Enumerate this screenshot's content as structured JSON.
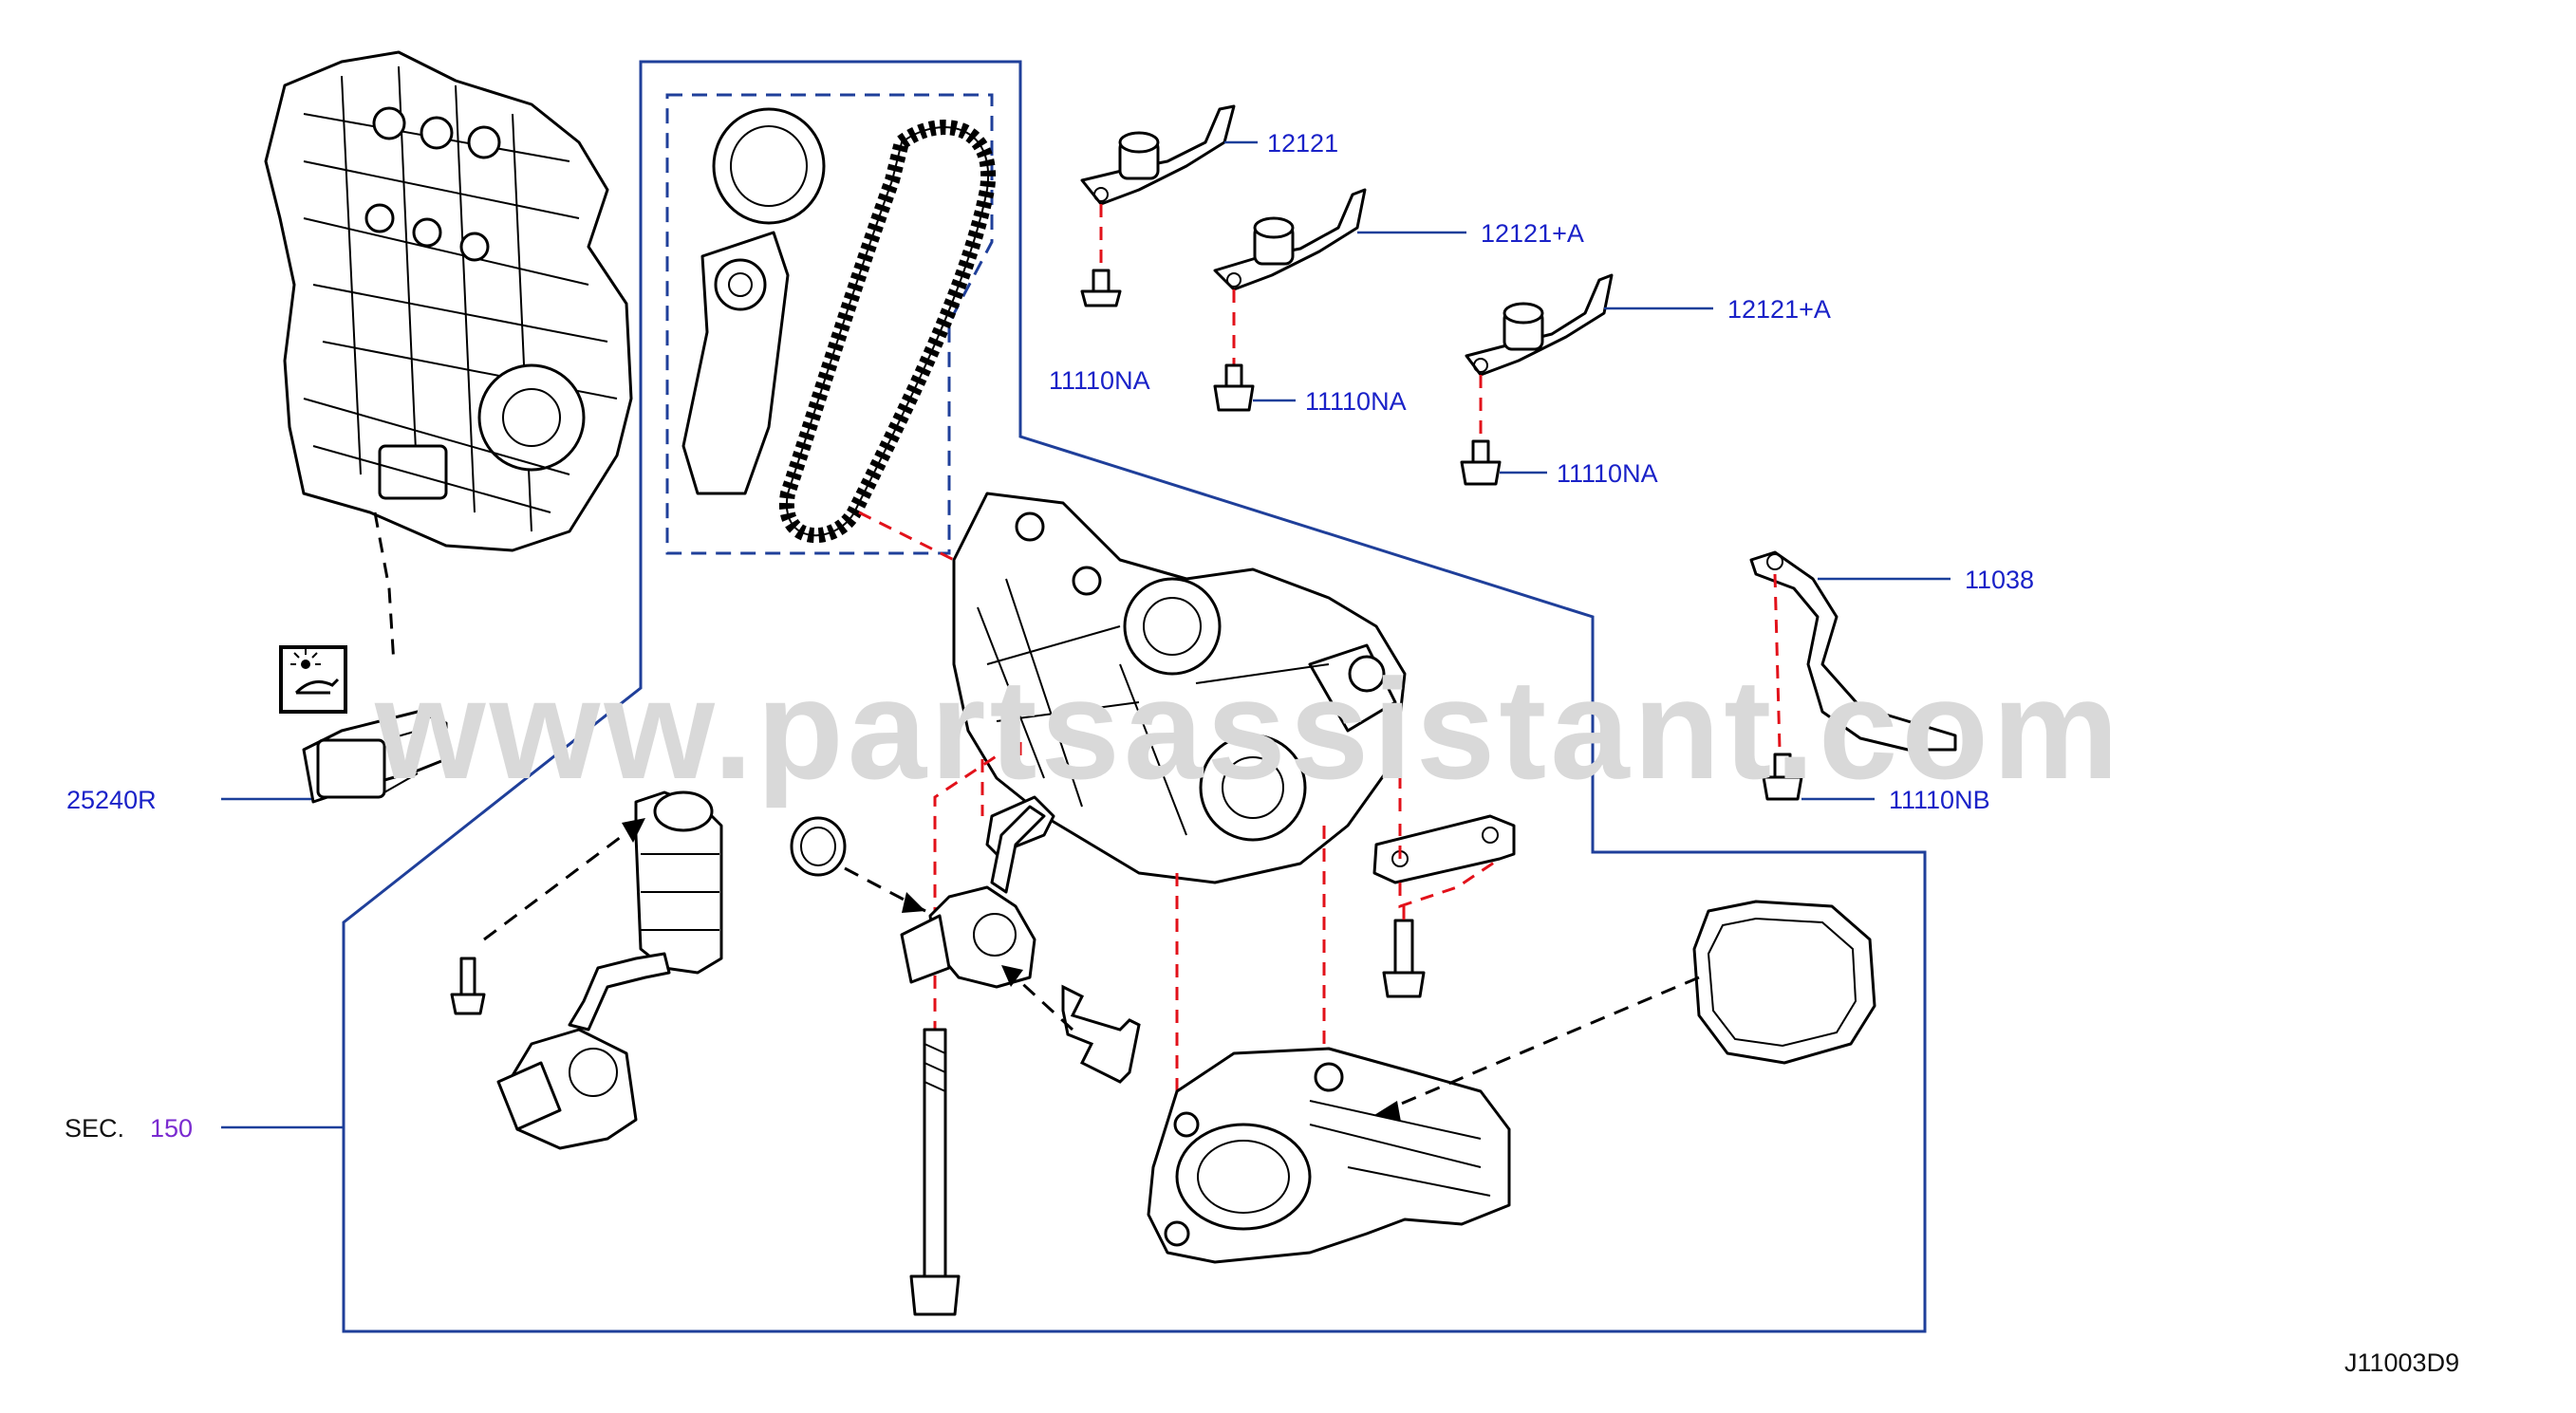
{
  "watermark": "www.partsassistant.com",
  "diagram_code": "J11003D9",
  "callouts": {
    "c12121": "12121",
    "c12121a_1": "12121+A",
    "c12121a_2": "12121+A",
    "c11110na_1": "11110NA",
    "c11110na_2": "11110NA",
    "c11110na_3": "11110NA",
    "c11038": "11038",
    "c11110nb": "11110NB",
    "c25240r": "25240R",
    "sec_label": "SEC.",
    "sec_number": "150"
  },
  "colors": {
    "callout_text": "#1a22c8",
    "section_number": "#7a2bd0",
    "frame_line": "#1f3f9a",
    "assembly_dash": "#e2111a",
    "watermark": "#d9d9d9"
  },
  "icons": {
    "oil_pressure_symbol": "oil-pressure-warning-icon"
  }
}
